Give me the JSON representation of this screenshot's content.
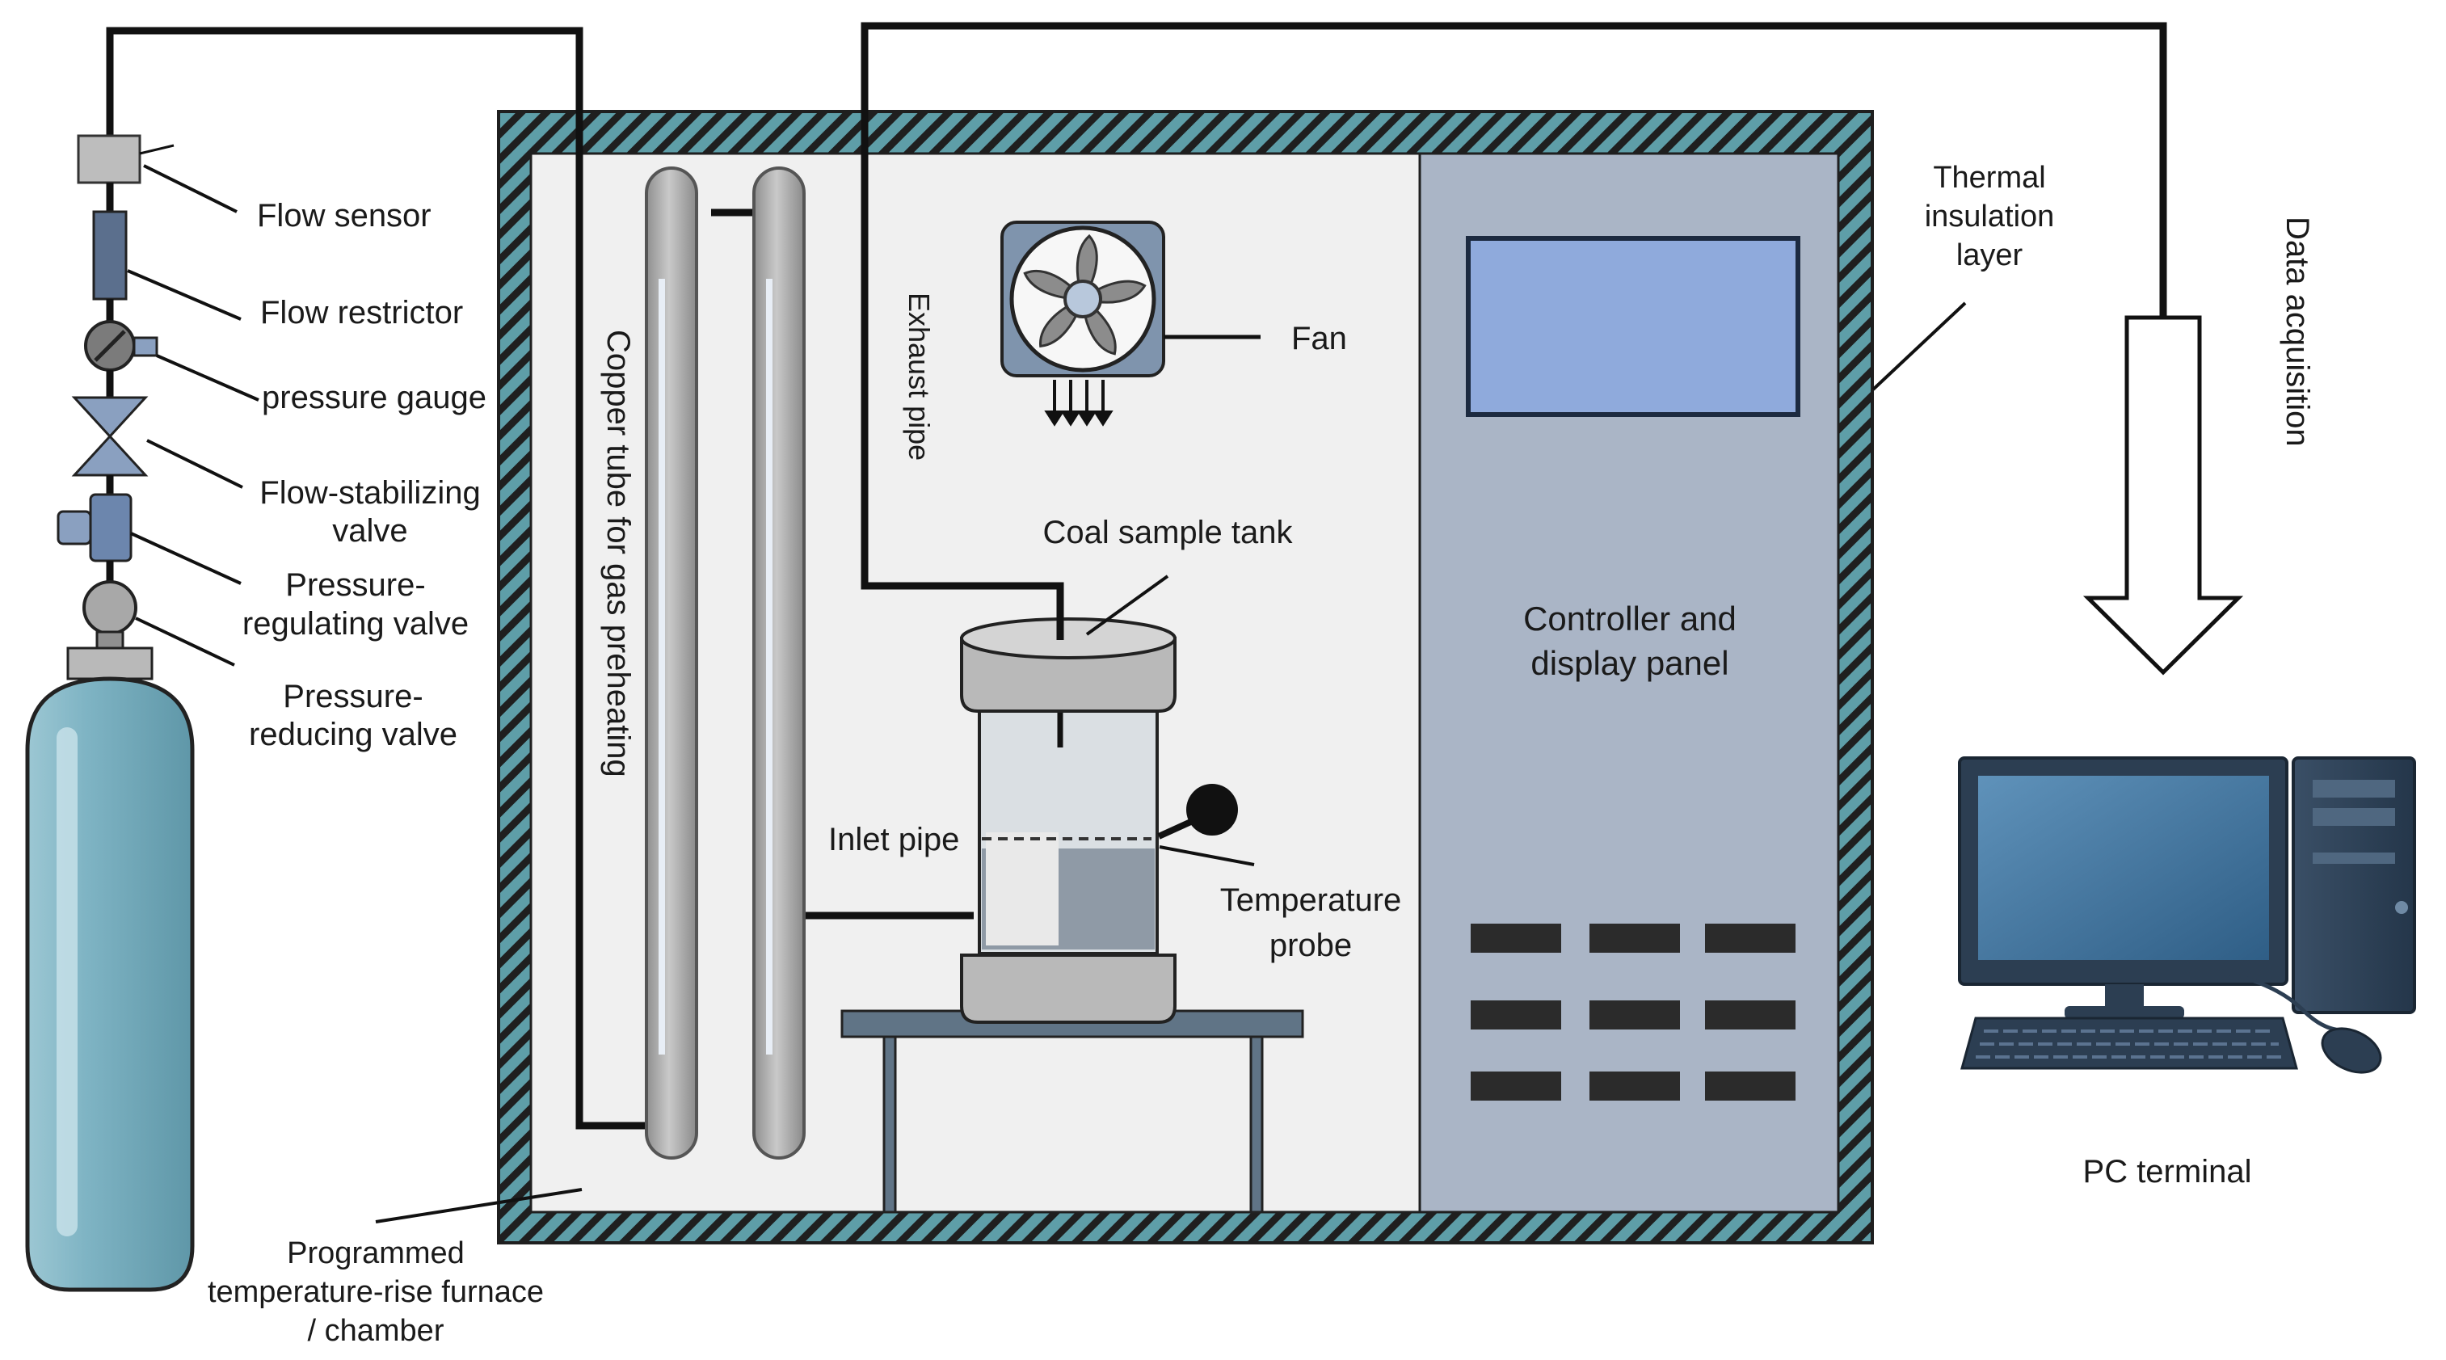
{
  "labels": {
    "flow_sensor": "Flow sensor",
    "flow_restrictor": "Flow restrictor",
    "pressure_gauge": "pressure gauge",
    "flow_stabilizing_1": "Flow-stabilizing",
    "flow_stabilizing_2": "valve",
    "pressure_regulating_1": "Pressure-",
    "pressure_regulating_2": "regulating valve",
    "pressure_reducing_1": "Pressure-",
    "pressure_reducing_2": "reducing valve",
    "copper_tube": "Copper tube for gas preheating",
    "exhaust_pipe": "Exhaust pipe",
    "fan": "Fan",
    "coal_sample_tank": "Coal sample tank",
    "inlet_pipe": "Inlet pipe",
    "temperature_probe_1": "Temperature",
    "temperature_probe_2": "probe",
    "controller_1": "Controller and",
    "controller_2": "display panel",
    "thermal_1": "Thermal",
    "thermal_2": "insulation",
    "thermal_3": "layer",
    "data_acquisition": "Data acquisition",
    "pc_terminal": "PC terminal",
    "furnace_1": "Programmed",
    "furnace_2": "temperature-rise furnace",
    "furnace_3": "/ chamber"
  },
  "colors": {
    "hatch": "#5e9ea8",
    "chamber_interior": "#f0f0f0",
    "control_panel": "#aab5c6",
    "display_screen": "#8faadc",
    "cylinder": "#7aafbf",
    "tube": "#b3b3b3",
    "monitor_screen": "#4d7fa6",
    "table": "#607486"
  }
}
